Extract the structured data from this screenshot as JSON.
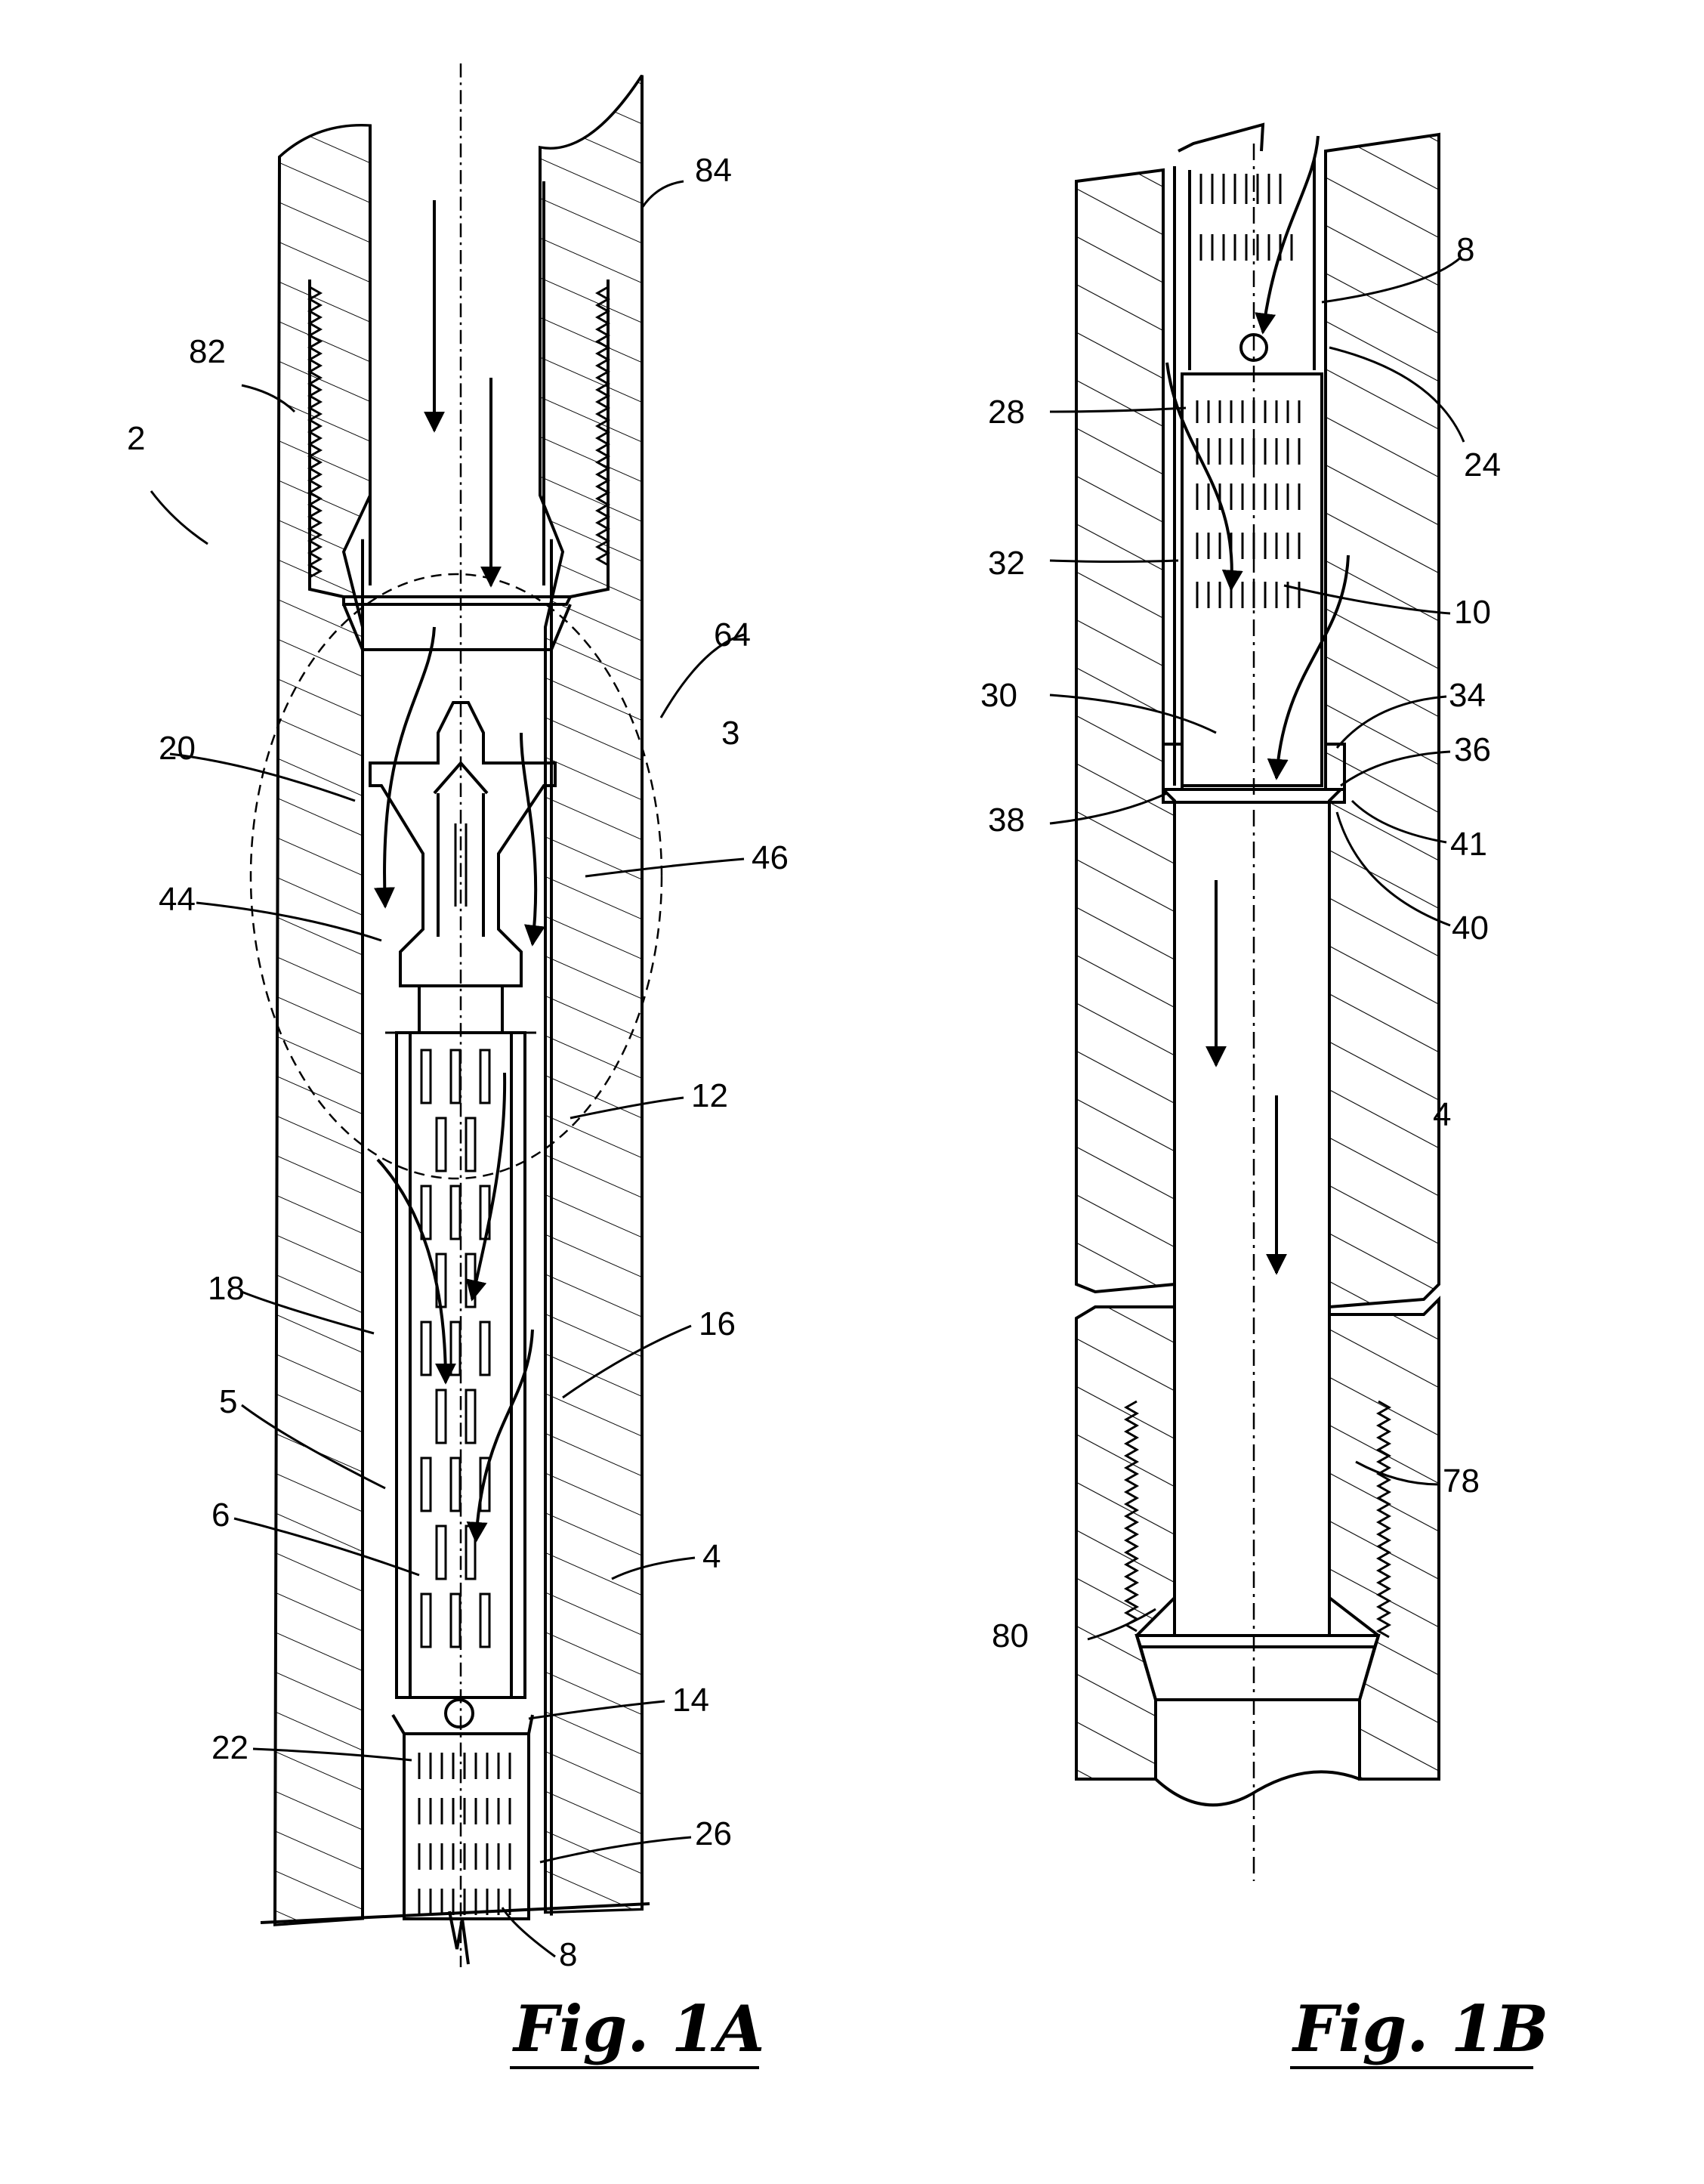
{
  "figure_a": {
    "caption": "Fig. 1A",
    "labels": {
      "l84": "84",
      "l82": "82",
      "l2": "2",
      "l64": "64",
      "l3": "3",
      "l20": "20",
      "l46": "46",
      "l44": "44",
      "l12": "12",
      "l18": "18",
      "l16": "16",
      "l5": "5",
      "l6": "6",
      "l4": "4",
      "l14": "14",
      "l22": "22",
      "l26": "26",
      "l8": "8"
    }
  },
  "figure_b": {
    "caption": "Fig. 1B",
    "labels": {
      "l8": "8",
      "l28": "28",
      "l24": "24",
      "l32": "32",
      "l10": "10",
      "l30": "30",
      "l34": "34",
      "l36": "36",
      "l38": "38",
      "l41": "41",
      "l40": "40",
      "l4": "4",
      "l78": "78",
      "l80": "80"
    }
  }
}
